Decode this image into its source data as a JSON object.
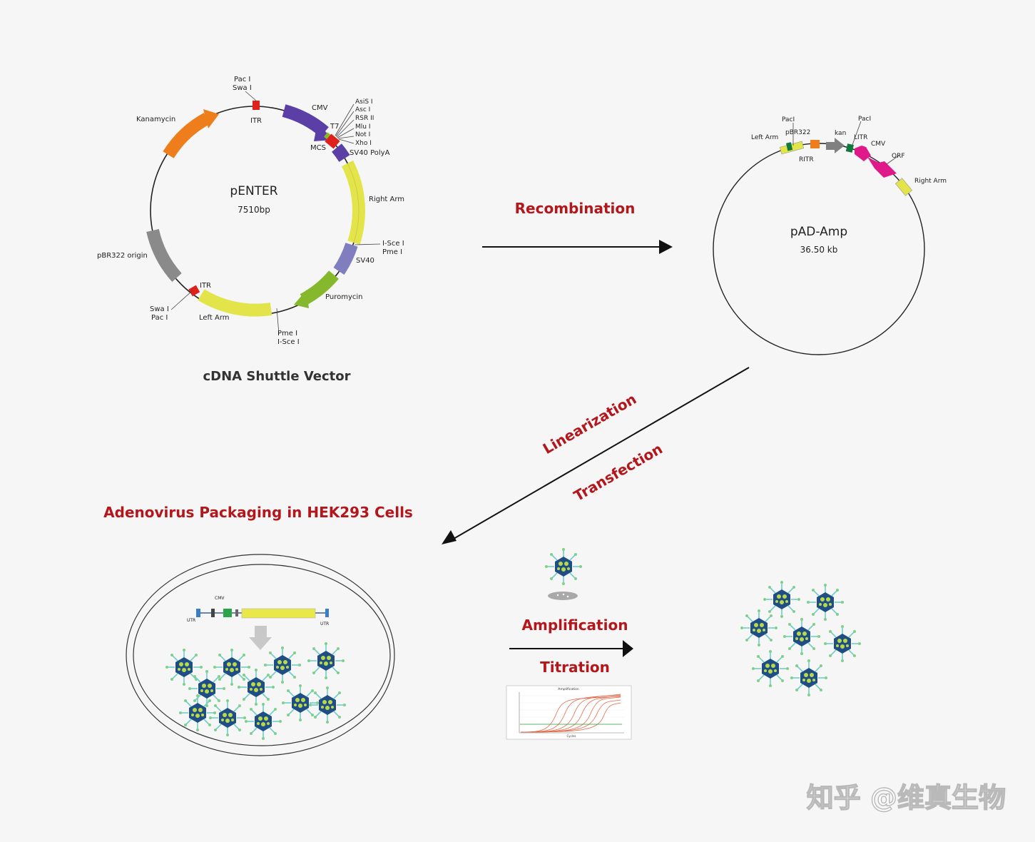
{
  "penter": {
    "name": "pENTER",
    "size": "7510bp",
    "caption": "cDNA Shuttle Vector",
    "labels": {
      "pac_top": "Pac I",
      "swa_top": "Swa I",
      "itr_top": "ITR",
      "cmv": "CMV",
      "t7": "T7",
      "mcs": "MCS",
      "asis": "AsiS I",
      "asc": "Asc I",
      "rsr": "RSR II",
      "mlu": "Mlu I",
      "not": "Not I",
      "xho": "Xho I",
      "sv40polya": "SV40 PolyA",
      "right_arm": "Right Arm",
      "isce_r": "I-Sce I",
      "pme_r": "Pme I",
      "sv40": "SV40",
      "puromycin": "Puromycin",
      "pme_b": "Pme I",
      "isce_b": "I-Sce I",
      "left_arm": "Left Arm",
      "itr_bottom": "ITR",
      "swa_bottom": "Swa I",
      "pac_bottom": "Pac I",
      "pbr322": "pBR322 origin",
      "kanamycin": "Kanamycin"
    }
  },
  "pad": {
    "name": "pAD-Amp",
    "size": "36.50 kb",
    "labels": {
      "paci_left": "PacI",
      "paci_right": "PacI",
      "left_arm": "Left Arm",
      "pbr322": "pBR322",
      "ritr": "RITR",
      "kan": "kan",
      "litr": "LITR",
      "cmv": "CMV",
      "orf": "ORF",
      "right_arm": "Right Arm"
    }
  },
  "steps": {
    "recombination": "Recombination",
    "linearization": "Linearization",
    "transfection": "Transfection",
    "packaging": "Adenovirus Packaging in HEK293 Cells",
    "amplification": "Amplification",
    "titration": "Titration"
  },
  "dish": {
    "cmv": "CMV",
    "utr_left": "UTR",
    "utr_right": "UTR"
  },
  "qpcr": {
    "title": "Amplification",
    "xlabel": "Cycles"
  },
  "watermark": "知乎 @维真生物",
  "colors": {
    "dark_red": "#b3161b",
    "cmv": "#5b3fa6",
    "right_arm": "#e3e34a",
    "sv40": "#7f7fbf",
    "puromycin": "#86b82d",
    "kanamycin": "#ee7d1c",
    "pbr322": "#8a8a8a",
    "itr": "#e0201b",
    "pink": "#e0198a",
    "virus_blue": "#1f4e87",
    "virus_dot": "#b9d94a",
    "spike": "#5cc8c0"
  }
}
